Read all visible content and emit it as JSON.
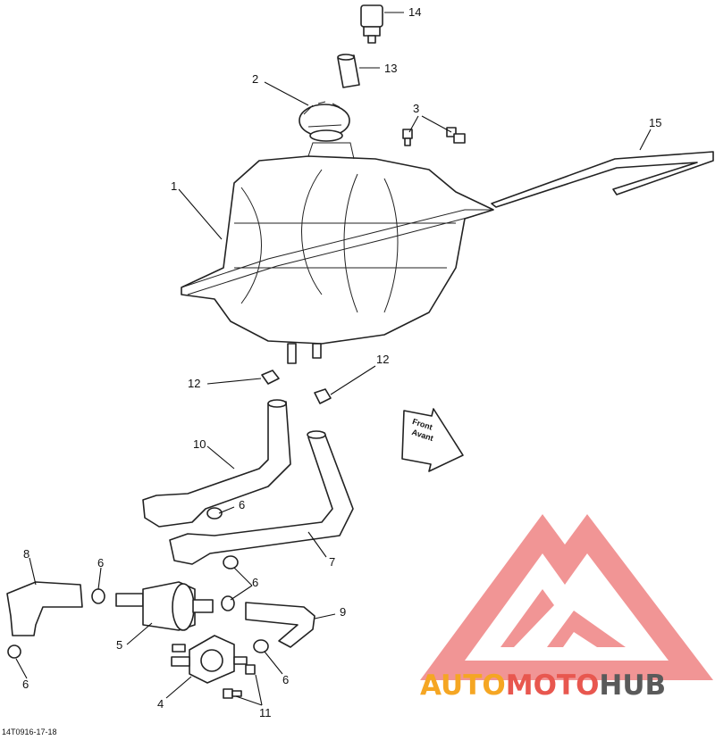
{
  "diagram": {
    "callouts": [
      "14",
      "13",
      "2",
      "3",
      "15",
      "1",
      "12",
      "12",
      "10",
      "6",
      "7",
      "8",
      "6",
      "6",
      "5",
      "9",
      "4",
      "6",
      "6",
      "11"
    ],
    "arrow_label_line1": "Front",
    "arrow_label_line2": "Avant",
    "reference_code": "14T0916-17-18"
  },
  "watermark": {
    "part1": "AUTO",
    "part2": "MOTO",
    "part3": "HUB",
    "color_primary": "#f5a623",
    "color_secondary": "#e8574f",
    "color_tertiary": "#5a5a5a"
  }
}
